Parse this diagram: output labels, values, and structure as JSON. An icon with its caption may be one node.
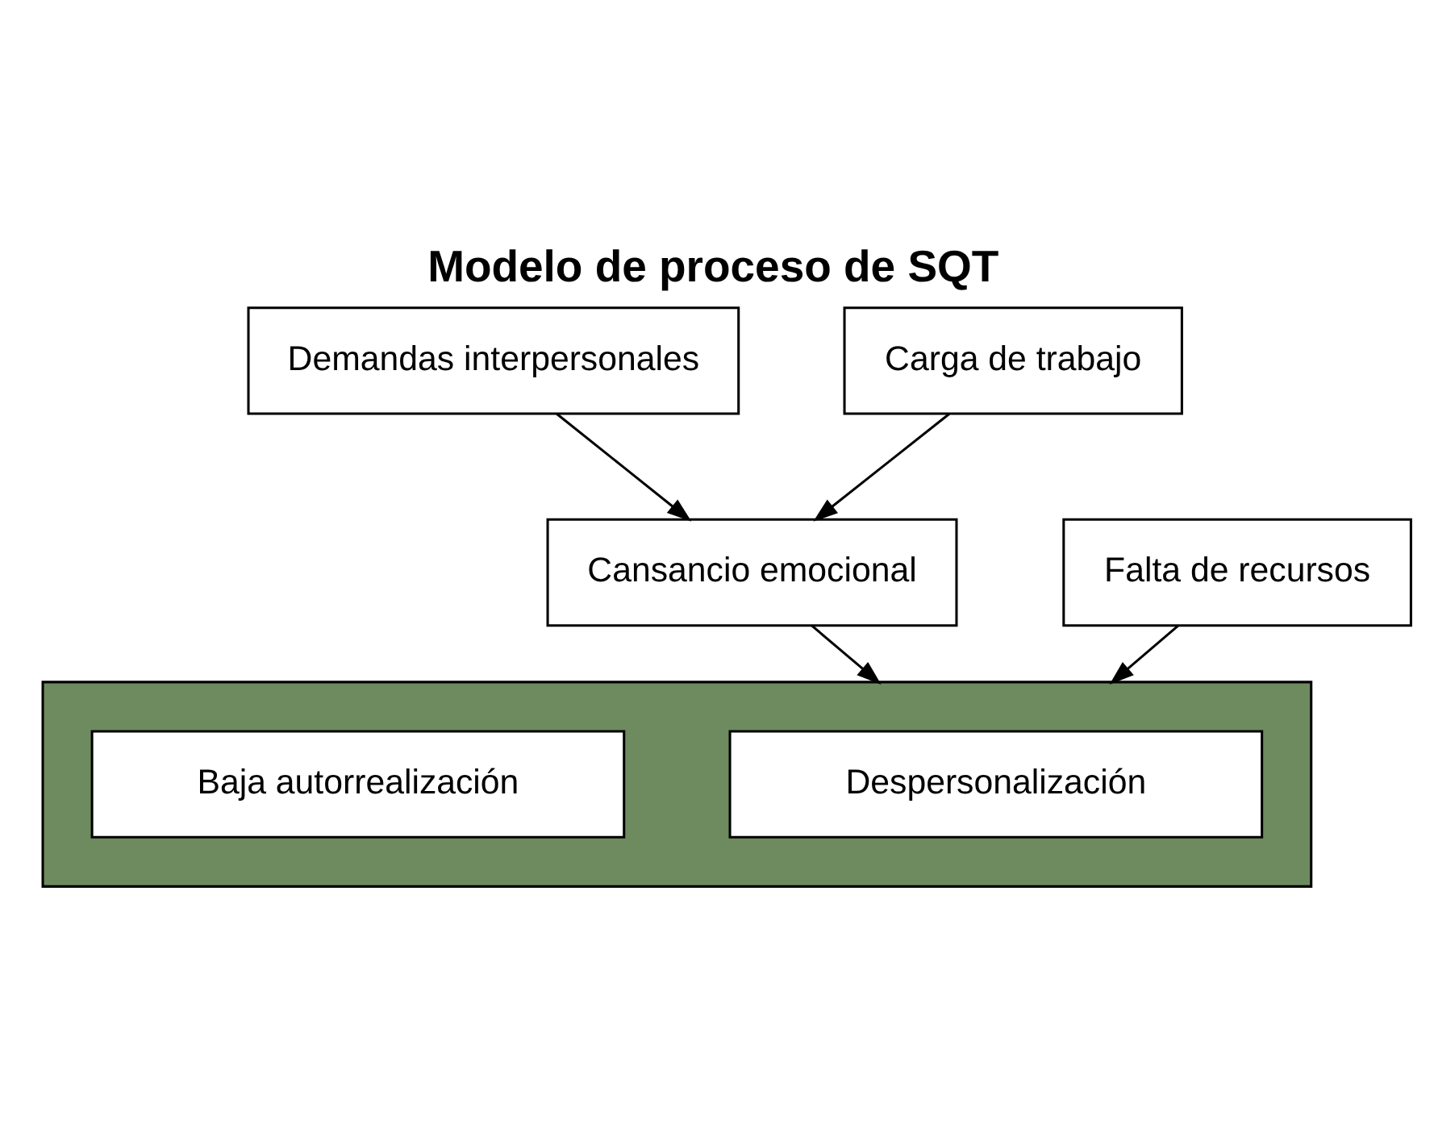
{
  "diagram": {
    "title": "Modelo de proceso de SQT",
    "nodes": [
      {
        "text": [
          "Demandas interpersonales"
        ]
      },
      {
        "text": [
          "Carga de trabajo"
        ]
      },
      {
        "text": [
          "Cansancio emocional"
        ]
      },
      {
        "text": [],
        "shape": "box"
      },
      {
        "text": [
          "Despersonalización"
        ],
        "in": 3
      },
      {
        "text": [
          "Baja autorrealización"
        ],
        "in": 3
      },
      {
        "text": [
          "Falta de recursos"
        ]
      }
    ],
    "edges": [
      {
        "from": 0,
        "to": 2,
        "arrow": "to"
      },
      {
        "from": 1,
        "to": 2,
        "arrow": "to"
      },
      {
        "from": 2,
        "to": 3,
        "arrow": "to"
      },
      {
        "from": 6,
        "to": 3,
        "arrow": "to"
      }
    ]
  }
}
